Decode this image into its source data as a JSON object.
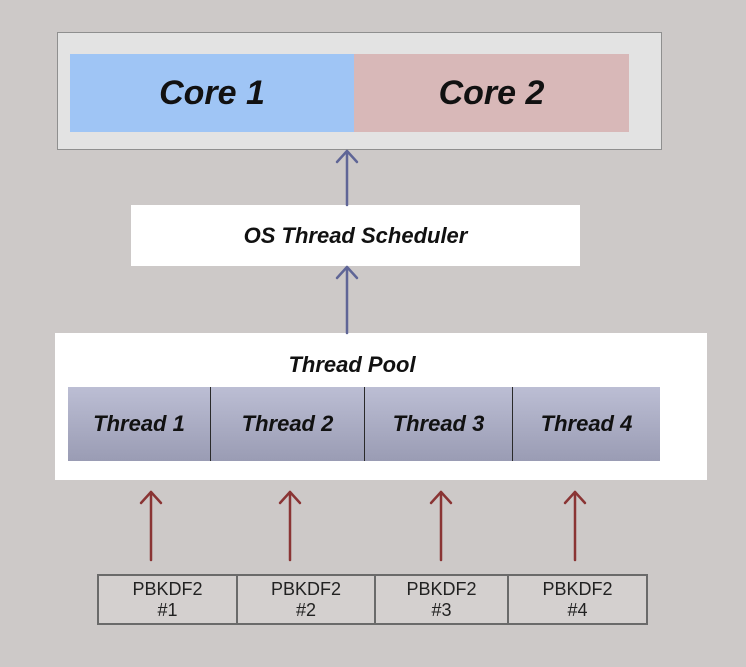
{
  "cpu": {
    "cores": [
      "Core 1",
      "Core 2"
    ]
  },
  "scheduler": {
    "label": "OS Thread Scheduler"
  },
  "thread_pool": {
    "title": "Thread Pool",
    "threads": [
      "Thread 1",
      "Thread 2",
      "Thread 3",
      "Thread 4"
    ]
  },
  "tasks": [
    {
      "name": "PBKDF2",
      "num": "#1"
    },
    {
      "name": "PBKDF2",
      "num": "#2"
    },
    {
      "name": "PBKDF2",
      "num": "#3"
    },
    {
      "name": "PBKDF2",
      "num": "#4"
    }
  ],
  "colors": {
    "core1": "#9fc5f5",
    "core2": "#d8b8b8",
    "upper_arrows": "#5f6596",
    "lower_arrows": "#8a3434"
  }
}
